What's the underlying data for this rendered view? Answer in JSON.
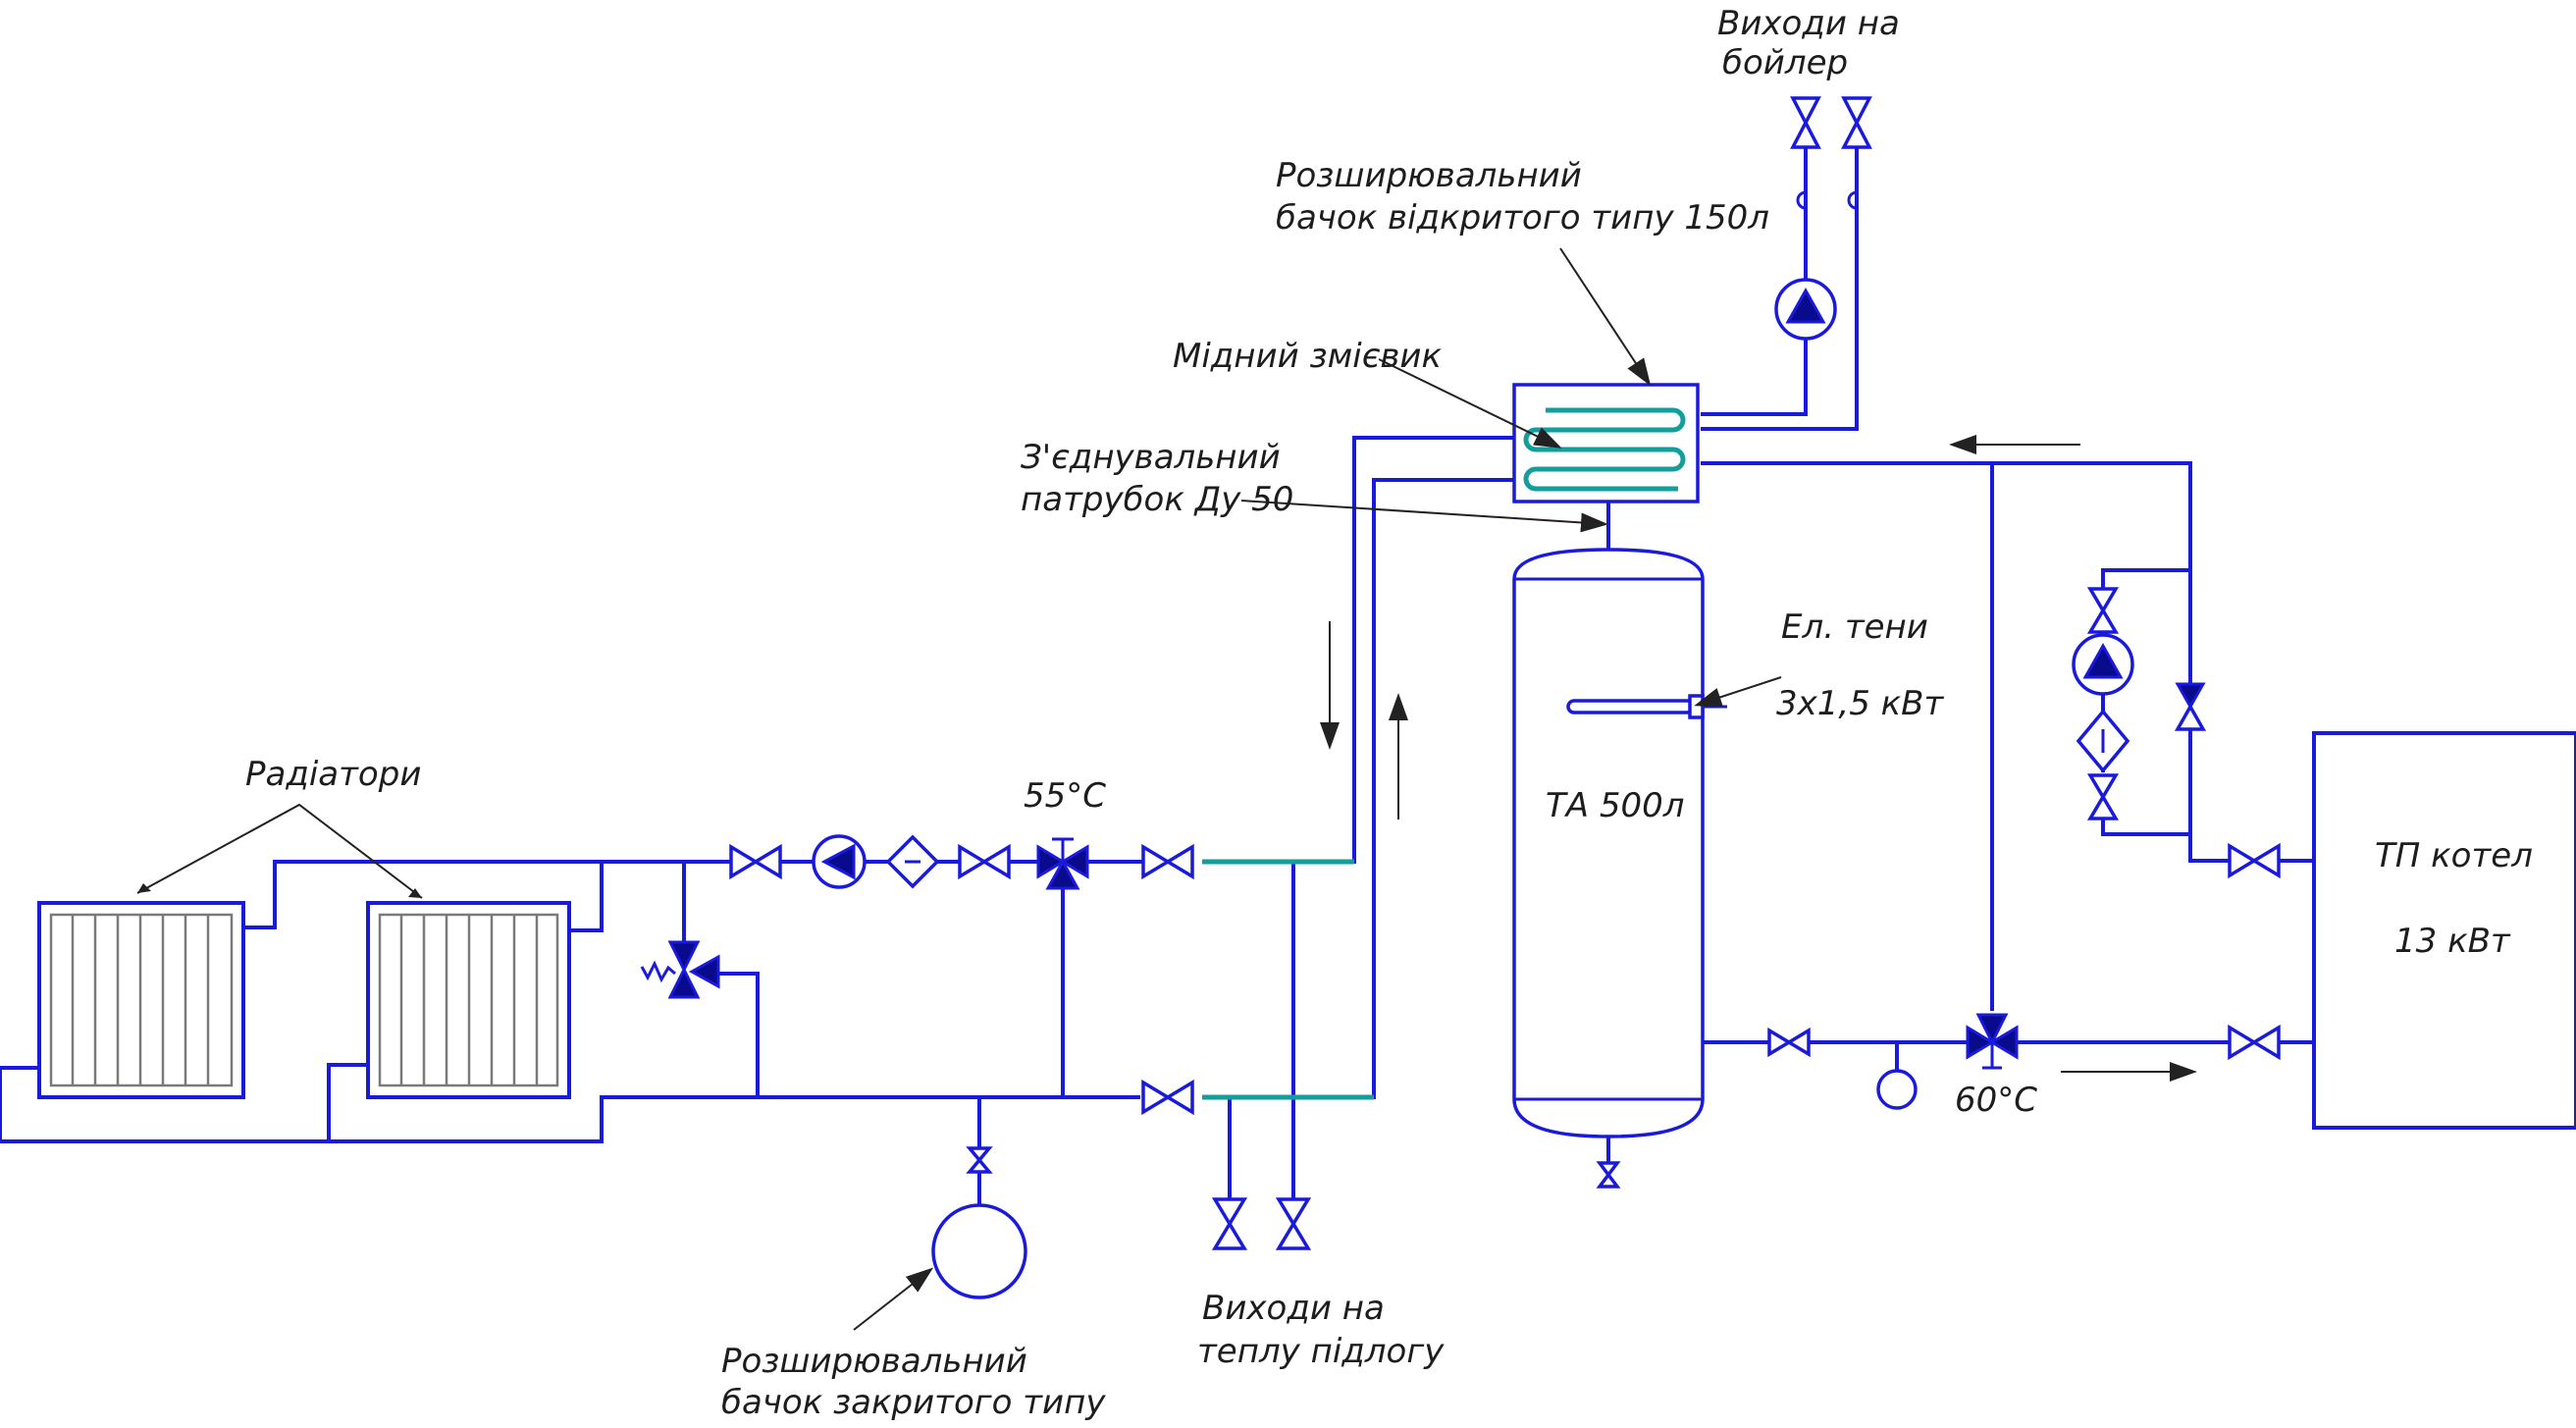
{
  "labels": {
    "boiler_outputs": [
      "Виходи на",
      "бойлер"
    ],
    "open_tank": [
      "Розширювальний",
      "бачок відкритого типу 150л"
    ],
    "copper_coil": "Мідний змієвик",
    "connector": [
      "З'єднувальний",
      "патрубок Ду 50"
    ],
    "el_heaters": "Ел. тени",
    "el_heaters_power": "3х1,5 кВт",
    "ta_tank": "ТА 500л",
    "boiler_name": "ТП котел",
    "boiler_power": "13 кВт",
    "radiators": "Радіатори",
    "temp_55": "55°С",
    "temp_60": "60°С",
    "floor_outputs": [
      "Виходи на",
      "теплу підлогу"
    ],
    "closed_tank": [
      "Розширювальний",
      "бачок закритого типу"
    ]
  },
  "colors": {
    "pipe": "#1a1adc",
    "coil": "#139d9d",
    "text": "#1d1d1d"
  }
}
